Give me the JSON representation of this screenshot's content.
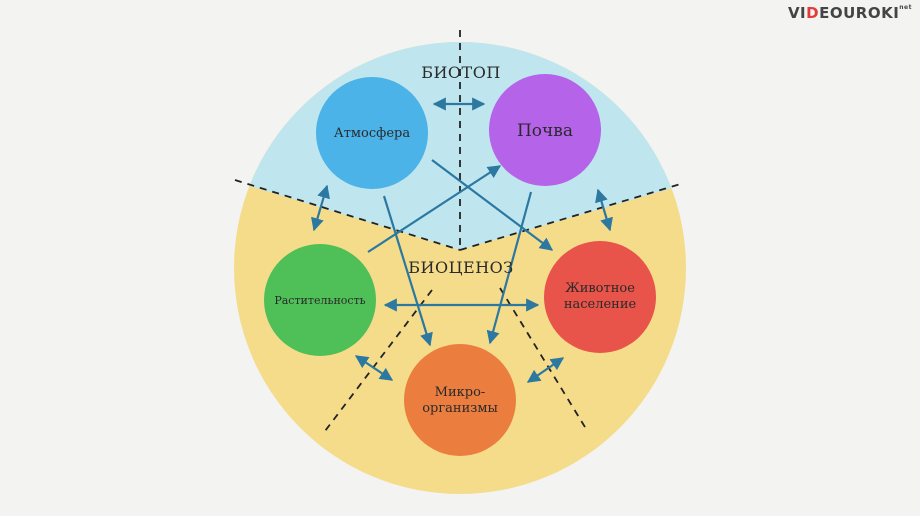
{
  "logo": {
    "part1": "VI",
    "part2": "D",
    "part3": "EOUROKI",
    "suffix": "net"
  },
  "zones": {
    "top": "БИОТОП",
    "bottom": "БИОЦЕНОЗ"
  },
  "nodes": {
    "atmosphere": {
      "label": "Атмосфера",
      "color": "#4bb3e8"
    },
    "soil": {
      "label": "Почва",
      "color": "#b563e8"
    },
    "vegetation": {
      "label": "Растительность",
      "color": "#4fbf57"
    },
    "animals": {
      "line1": "Животное",
      "line2": "население",
      "color": "#e8534a"
    },
    "microorganisms": {
      "line1": "Микро-",
      "line2": "организмы",
      "color": "#eb7e3f"
    }
  },
  "colors": {
    "biotope": "#bfe6ef",
    "biocenosis": "#f4dc8a",
    "arrow": "#2c78a0",
    "background": "#f3f3f1"
  }
}
